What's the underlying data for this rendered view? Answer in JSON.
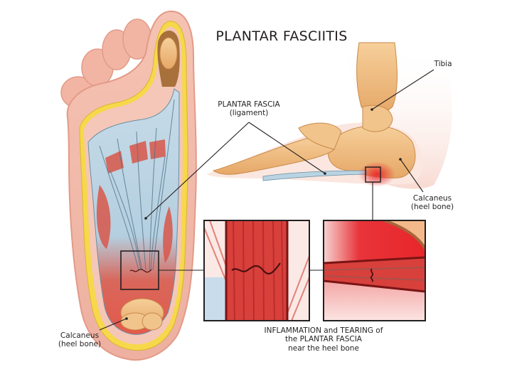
{
  "title": "PLANTAR FASCIITIS",
  "labels": {
    "plantar_fascia": {
      "line1": "PLANTAR FASCIA",
      "line2": "(ligament)"
    },
    "tibia": "Tibia",
    "calcaneus_side": {
      "line1": "Calcaneus",
      "line2": "(heel bone)"
    },
    "calcaneus_bottom": {
      "line1": "Calcaneus",
      "line2": "(heel bone)"
    },
    "caption": {
      "line1": "INFLAMMATION and TEARING of",
      "line2": "the PLANTAR FASCIA",
      "line3": "near the heel bone"
    }
  },
  "colors": {
    "skin": "#f2b9a8",
    "fat_yellow": "#f6d84a",
    "bone": "#f0b97a",
    "fascia_blue": "#b9d3e3",
    "muscle_red": "#d9574a",
    "inflamed_red": "#e8262a",
    "line_dark": "#231f20"
  }
}
